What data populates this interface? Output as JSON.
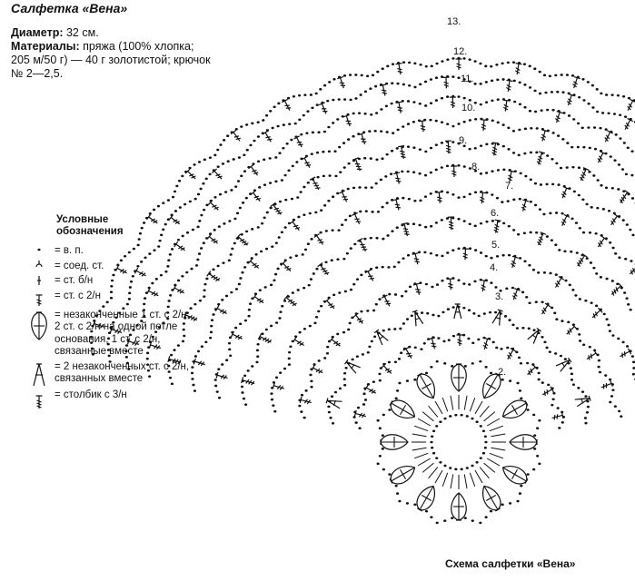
{
  "info": {
    "title": "Салфетка «Вена»",
    "diameter_label": "Диаметр:",
    "diameter_value": "32 см.",
    "materials_label": "Материалы:",
    "materials_line1": "пряжа (100% хлопка;",
    "materials_line2": "205 м/50 г) — 40 г золотистой; крючок",
    "materials_line3": "№ 2—2,5."
  },
  "legend": {
    "title_line1": "Условные",
    "title_line2": "обозначения",
    "items": [
      {
        "symbol": "chain",
        "lines": [
          "= в. п."
        ]
      },
      {
        "symbol": "slip-stitch",
        "lines": [
          "= соед. ст."
        ]
      },
      {
        "symbol": "single-crochet",
        "lines": [
          "= ст. б/н"
        ]
      },
      {
        "symbol": "double-crochet",
        "lines": [
          "= ст. с 2/н"
        ]
      },
      {
        "symbol": "cluster-3",
        "lines": [
          "= незаконченные 1 ст. с 2/н,",
          "2 ст. с 2/н на одной петле",
          "основания, 1 ст. с 2/н,",
          "связанные вместе"
        ]
      },
      {
        "symbol": "cluster-2",
        "lines": [
          "= 2 незаконченных ст. с 2/н,",
          "связанных вместе"
        ]
      },
      {
        "symbol": "treble-crochet",
        "lines": [
          "= столбик с 3/н"
        ]
      }
    ]
  },
  "diagram": {
    "row_labels": [
      "2.",
      "3.",
      "4.",
      "5.",
      "6.",
      "7.",
      "8.",
      "9.",
      "10.",
      "11.",
      "12.",
      "13."
    ],
    "caption": "Схема салфетки «Вена»",
    "ink_color": "#111111"
  }
}
